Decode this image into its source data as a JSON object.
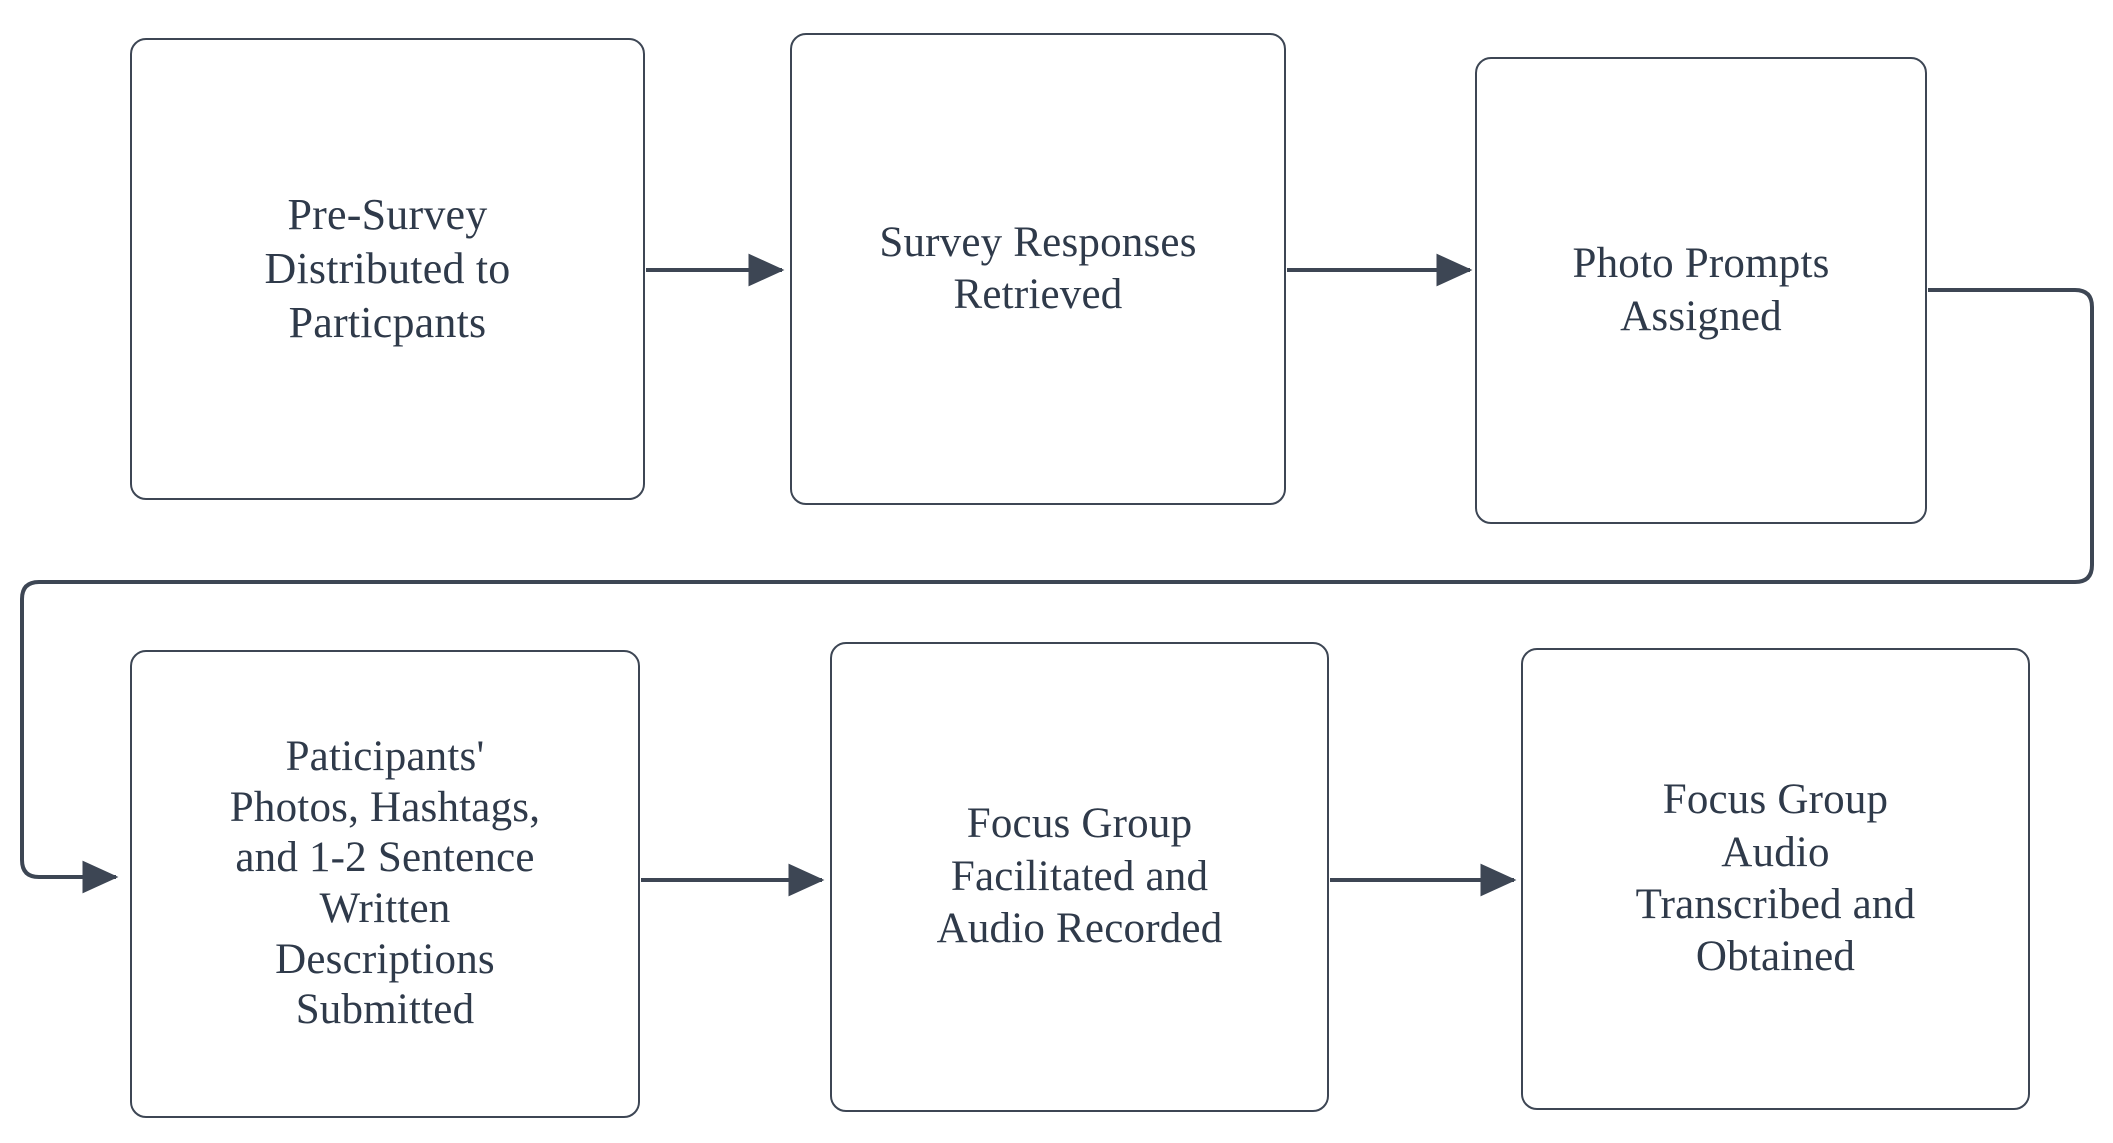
{
  "diagram": {
    "type": "flowchart",
    "orientation": "horizontal-snake",
    "background_color": "#ffffff",
    "node_fill": "#ffffff",
    "node_border_color": "#3d4654",
    "text_color": "#2f3a4a",
    "connector_color": "#3d4654",
    "nodes": [
      {
        "id": "node-1",
        "order": 1,
        "label": "Pre-Survey\nDistributed to\nParticpants",
        "row": "top"
      },
      {
        "id": "node-2",
        "order": 2,
        "label": "Survey Responses\nRetrieved",
        "row": "top"
      },
      {
        "id": "node-3",
        "order": 3,
        "label": "Photo Prompts\nAssigned",
        "row": "top"
      },
      {
        "id": "node-4",
        "order": 4,
        "label": "Paticipants'\nPhotos, Hashtags,\nand 1-2 Sentence\nWritten\nDescriptions\nSubmitted",
        "row": "bottom"
      },
      {
        "id": "node-5",
        "order": 5,
        "label": "Focus Group\nFacilitated and\nAudio Recorded",
        "row": "bottom"
      },
      {
        "id": "node-6",
        "order": 6,
        "label": "Focus Group\nAudio\nTranscribed and\nObtained",
        "row": "bottom"
      }
    ],
    "connectors": [
      {
        "id": "edge-1-2",
        "from": "node-1",
        "to": "node-2",
        "shape": "straight",
        "direction": "right",
        "arrowhead": true
      },
      {
        "id": "edge-2-3",
        "from": "node-2",
        "to": "node-3",
        "shape": "straight",
        "direction": "right",
        "arrowhead": true
      },
      {
        "id": "edge-3-4",
        "from": "node-3",
        "to": "node-4",
        "shape": "wrap-around",
        "direction": "right-down-left-down-right",
        "arrowhead": true
      },
      {
        "id": "edge-4-5",
        "from": "node-4",
        "to": "node-5",
        "shape": "straight",
        "direction": "right",
        "arrowhead": true
      },
      {
        "id": "edge-5-6",
        "from": "node-5",
        "to": "node-6",
        "shape": "straight",
        "direction": "right",
        "arrowhead": true
      }
    ]
  }
}
